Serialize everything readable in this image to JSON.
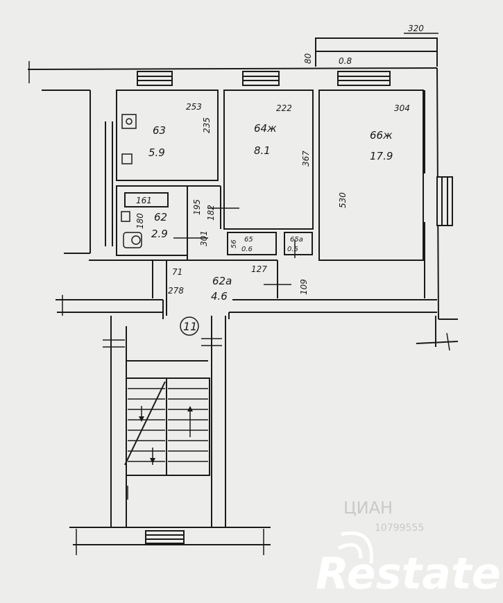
{
  "plan": {
    "dims": {
      "top_width": "320",
      "left_80": "80",
      "balcony_area": "0.8",
      "d253": "253",
      "d235": "235",
      "d222": "222",
      "d367": "367",
      "d304": "304",
      "d530": "530",
      "d161": "161",
      "d195": "195",
      "d182": "182",
      "d180": "180",
      "d301": "301",
      "d71": "71",
      "d278": "278",
      "d127": "127",
      "d109": "109",
      "d56": "56"
    },
    "rooms": {
      "kitchen_no": "63",
      "kitchen_area": "5.9",
      "room64_no": "64ж",
      "room64_area": "8.1",
      "room66_no": "66ж",
      "room66_area": "17.9",
      "bath_no": "62",
      "bath_area": "2.9",
      "closet65_no": "65",
      "closet65_area": "0.6",
      "closet65a_no": "65а",
      "closet65a_area": "0.5",
      "hall_no": "62а",
      "hall_area": "4.6"
    },
    "apartment_no": "11"
  },
  "watermark": {
    "brand": "Restate",
    "faint": "ЦИАН",
    "faint_num": "10799555"
  },
  "colors": {
    "paper": "#ededeb",
    "ink": "#1a1a1a"
  }
}
